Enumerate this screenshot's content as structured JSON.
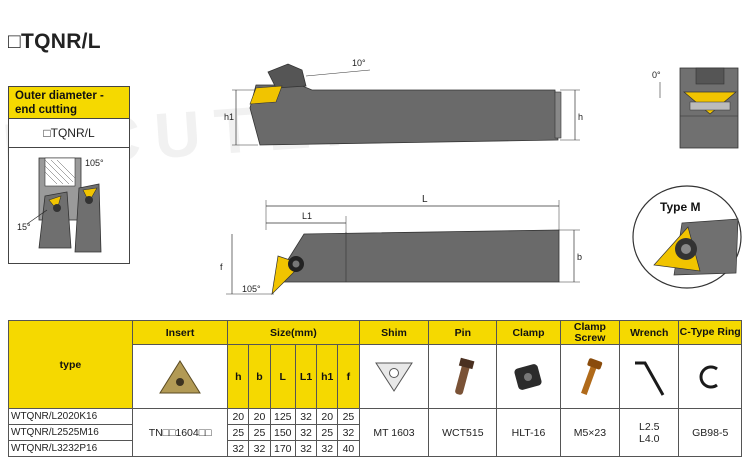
{
  "title": "□TQNR/L",
  "watermark": "K CUTER",
  "info_box": {
    "heading": "Outer diameter -end cutting",
    "code": "□TQNR/L",
    "angle_105": "105°",
    "angle_15": "15°"
  },
  "drawing": {
    "angle_10": "10°",
    "label_h1": "h1",
    "label_h": "h",
    "label_L": "L",
    "label_L1": "L1",
    "label_f": "f",
    "label_b": "b",
    "angle_105": "105°",
    "angle_0": "0°",
    "type_m": "Type M"
  },
  "table": {
    "headers": {
      "type": "type",
      "insert": "Insert",
      "size": "Size(mm)",
      "shim": "Shim",
      "pin": "Pin",
      "clamp": "Clamp",
      "clamp_screw": "Clamp Screw",
      "wrench": "Wrench",
      "c_type_ring": "C-Type Ring"
    },
    "dims": [
      "h",
      "b",
      "L",
      "L1",
      "h1",
      "f"
    ],
    "rows": [
      {
        "type": "WTQNR/L2020K16",
        "h": "20",
        "b": "20",
        "L": "125",
        "L1": "32",
        "h1": "20",
        "f": "25"
      },
      {
        "type": "WTQNR/L2525M16",
        "h": "25",
        "b": "25",
        "L": "150",
        "L1": "32",
        "h1": "25",
        "f": "32"
      },
      {
        "type": "WTQNR/L3232P16",
        "h": "32",
        "b": "32",
        "L": "170",
        "L1": "32",
        "h1": "32",
        "f": "40"
      }
    ],
    "insert_code": "TN□□1604□□",
    "shim_value": "MT 1603",
    "pin_value": "WCT515",
    "clamp_value": "HLT-16",
    "screw_value": "M5×23",
    "wrench_value_1": "L2.5",
    "wrench_value_2": "L4.0",
    "ring_value": "GB98-5"
  }
}
